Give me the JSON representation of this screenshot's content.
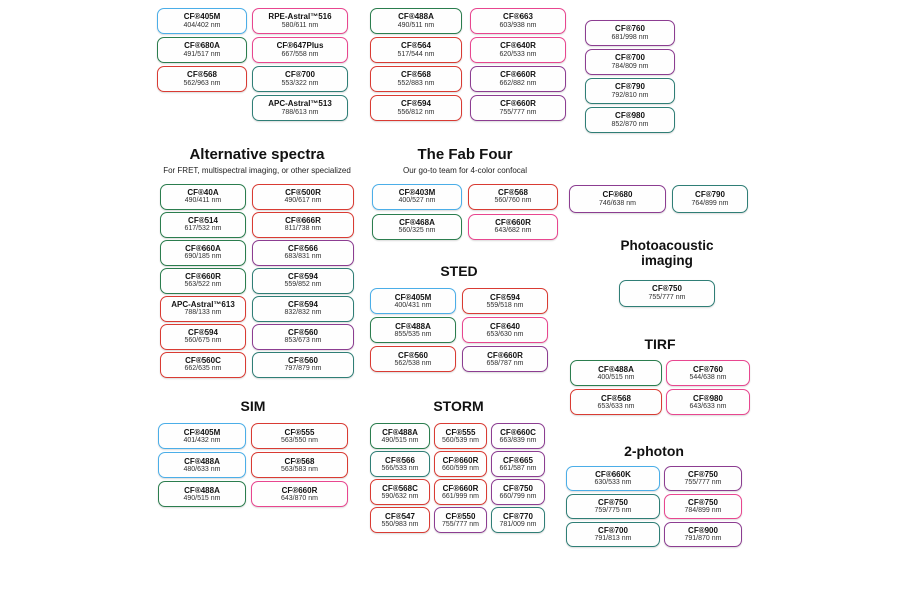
{
  "colors": {
    "blue": "#4BAEE8",
    "green": "#2B7D4E",
    "teal": "#2F7E76",
    "red": "#D93B33",
    "pink": "#E8468F",
    "purple": "#8C3D91"
  },
  "sections": {
    "alt": {
      "title": "Alternative spectra",
      "subtitle": "For FRET, multispectral imaging, or other specialized"
    },
    "fab": {
      "title": "The Fab Four",
      "subtitle": "Our go-to team for 4-color confocal"
    },
    "sted": {
      "title": "STED"
    },
    "sim": {
      "title": "SIM"
    },
    "storm": {
      "title": "STORM"
    },
    "photo": {
      "title_line1": "Photoacoustic",
      "title_line2": "imaging"
    },
    "tirf": {
      "title": "TIRF"
    },
    "twophoton": {
      "title": "2-photon"
    }
  },
  "groups": {
    "top_a": [
      {
        "name": "CF®405M",
        "value": "404/402 nm",
        "color": "blue"
      },
      {
        "name": "CF®680A",
        "value": "491/517 nm",
        "color": "green"
      },
      {
        "name": "CF®568",
        "value": "562/963 nm",
        "color": "red"
      }
    ],
    "top_b": [
      {
        "name": "RPE-Astral™516",
        "value": "580/611 nm",
        "color": "pink"
      },
      {
        "name": "CF®647Plus",
        "value": "667/558 nm",
        "color": "pink"
      },
      {
        "name": "CF®700",
        "value": "553/322 nm",
        "color": "teal"
      },
      {
        "name": "APC-Astral™513",
        "value": "788/613 nm",
        "color": "teal"
      }
    ],
    "top_c": [
      {
        "name": "CF®488A",
        "value": "490/511 nm",
        "color": "green"
      },
      {
        "name": "CF®564",
        "value": "517/544 nm",
        "color": "red"
      },
      {
        "name": "CF®568",
        "value": "552/883 nm",
        "color": "red"
      },
      {
        "name": "CF®594",
        "value": "556/812 nm",
        "color": "red"
      }
    ],
    "top_d": [
      {
        "name": "CF®663",
        "value": "603/938 nm",
        "color": "pink"
      },
      {
        "name": "CF®640R",
        "value": "620/533 nm",
        "color": "pink"
      },
      {
        "name": "CF®660R",
        "value": "662/882 nm",
        "color": "purple"
      },
      {
        "name": "CF®660R",
        "value": "755/777 nm",
        "color": "purple"
      }
    ],
    "top_e": [
      {
        "name": "CF®760",
        "value": "681/998 nm",
        "color": "purple"
      },
      {
        "name": "CF®700",
        "value": "784/809 nm",
        "color": "purple"
      },
      {
        "name": "CF®790",
        "value": "792/810 nm",
        "color": "teal"
      },
      {
        "name": "CF®980",
        "value": "852/870 nm",
        "color": "teal"
      }
    ],
    "alt": [
      {
        "name": "CF®40A",
        "value": "490/411 nm",
        "color": "green"
      },
      {
        "name": "CF®500R",
        "value": "490/617 nm",
        "color": "red"
      },
      {
        "name": "CF®514",
        "value": "617/532 nm",
        "color": "green"
      },
      {
        "name": "CF®666R",
        "value": "811/738 nm",
        "color": "red"
      },
      {
        "name": "CF®660A",
        "value": "690/185 nm",
        "color": "green"
      },
      {
        "name": "CF®566",
        "value": "683/831 nm",
        "color": "purple"
      },
      {
        "name": "CF®660R",
        "value": "563/522 nm",
        "color": "green"
      },
      {
        "name": "CF®594",
        "value": "559/852 nm",
        "color": "teal"
      },
      {
        "name": "APC-Astral™613",
        "value": "788/133 nm",
        "color": "red"
      },
      {
        "name": "CF®594",
        "value": "832/832 nm",
        "color": "teal"
      },
      {
        "name": "CF®594",
        "value": "560/675 nm",
        "color": "red"
      },
      {
        "name": "CF®560",
        "value": "853/673 nm",
        "color": "purple"
      },
      {
        "name": "CF®560C",
        "value": "662/635 nm",
        "color": "red"
      },
      {
        "name": "CF®560",
        "value": "797/879 nm",
        "color": "teal"
      }
    ],
    "fab": [
      {
        "name": "CF®403M",
        "value": "400/527 nm",
        "color": "blue"
      },
      {
        "name": "CF®568",
        "value": "560/760 nm",
        "color": "red"
      },
      {
        "name": "CF®468A",
        "value": "560/325 nm",
        "color": "green"
      },
      {
        "name": "CF®660R",
        "value": "643/682 nm",
        "color": "pink"
      }
    ],
    "sted": [
      {
        "name": "CF®405M",
        "value": "400/431 nm",
        "color": "blue"
      },
      {
        "name": "CF®594",
        "value": "559/518 nm",
        "color": "red"
      },
      {
        "name": "CF®488A",
        "value": "855/535 nm",
        "color": "green"
      },
      {
        "name": "CF®640",
        "value": "653/630 nm",
        "color": "pink"
      },
      {
        "name": "CF®560",
        "value": "562/538 nm",
        "color": "red"
      },
      {
        "name": "CF®660R",
        "value": "658/787 nm",
        "color": "purple"
      }
    ],
    "sim": [
      {
        "name": "CF®405M",
        "value": "401/432 nm",
        "color": "blue"
      },
      {
        "name": "CF®555",
        "value": "563/550 nm",
        "color": "red"
      },
      {
        "name": "CF®488A",
        "value": "480/633 nm",
        "color": "blue"
      },
      {
        "name": "CF®568",
        "value": "563/583 nm",
        "color": "red"
      },
      {
        "name": "CF®488A",
        "value": "490/515 nm",
        "color": "green"
      },
      {
        "name": "CF®660R",
        "value": "643/870 nm",
        "color": "pink"
      }
    ],
    "storm": [
      {
        "name": "CF®488A",
        "value": "490/515 nm",
        "color": "green"
      },
      {
        "name": "CF®555",
        "value": "560/539 nm",
        "color": "red"
      },
      {
        "name": "CF®660C",
        "value": "663/839 nm",
        "color": "purple"
      },
      {
        "name": "CF®566",
        "value": "566/533 nm",
        "color": "teal"
      },
      {
        "name": "CF®660R",
        "value": "660/599 nm",
        "color": "red"
      },
      {
        "name": "CF®665",
        "value": "661/587 nm",
        "color": "purple"
      },
      {
        "name": "CF®568C",
        "value": "590/632 nm",
        "color": "red"
      },
      {
        "name": "CF®660R",
        "value": "661/999 nm",
        "color": "red"
      },
      {
        "name": "CF®750",
        "value": "660/799 nm",
        "color": "purple"
      },
      {
        "name": "CF®547",
        "value": "550/983 nm",
        "color": "red"
      },
      {
        "name": "CF®550",
        "value": "755/777 nm",
        "color": "purple"
      },
      {
        "name": "CF®770",
        "value": "781/009 nm",
        "color": "teal"
      }
    ],
    "pair": [
      {
        "name": "CF®680",
        "value": "746/638 nm",
        "color": "purple"
      },
      {
        "name": "CF®790",
        "value": "764/899 nm",
        "color": "teal"
      }
    ],
    "photo": [
      {
        "name": "CF®750",
        "value": "755/777 nm",
        "color": "teal"
      }
    ],
    "tirf": [
      {
        "name": "CF®488A",
        "value": "400/515 nm",
        "color": "green"
      },
      {
        "name": "CF®760",
        "value": "544/638 nm",
        "color": "pink"
      },
      {
        "name": "CF®568",
        "value": "653/633 nm",
        "color": "red"
      },
      {
        "name": "CF®980",
        "value": "643/633 nm",
        "color": "pink"
      }
    ],
    "twophoton": [
      {
        "name": "CF®660K",
        "value": "630/533 nm",
        "color": "blue"
      },
      {
        "name": "CF®750",
        "value": "755/777 nm",
        "color": "purple"
      },
      {
        "name": "CF®750",
        "value": "759/775 nm",
        "color": "teal"
      },
      {
        "name": "CF®750",
        "value": "784/899 nm",
        "color": "pink"
      },
      {
        "name": "CF®700",
        "value": "791/813 nm",
        "color": "teal"
      },
      {
        "name": "CF®900",
        "value": "791/870 nm",
        "color": "purple"
      }
    ]
  }
}
